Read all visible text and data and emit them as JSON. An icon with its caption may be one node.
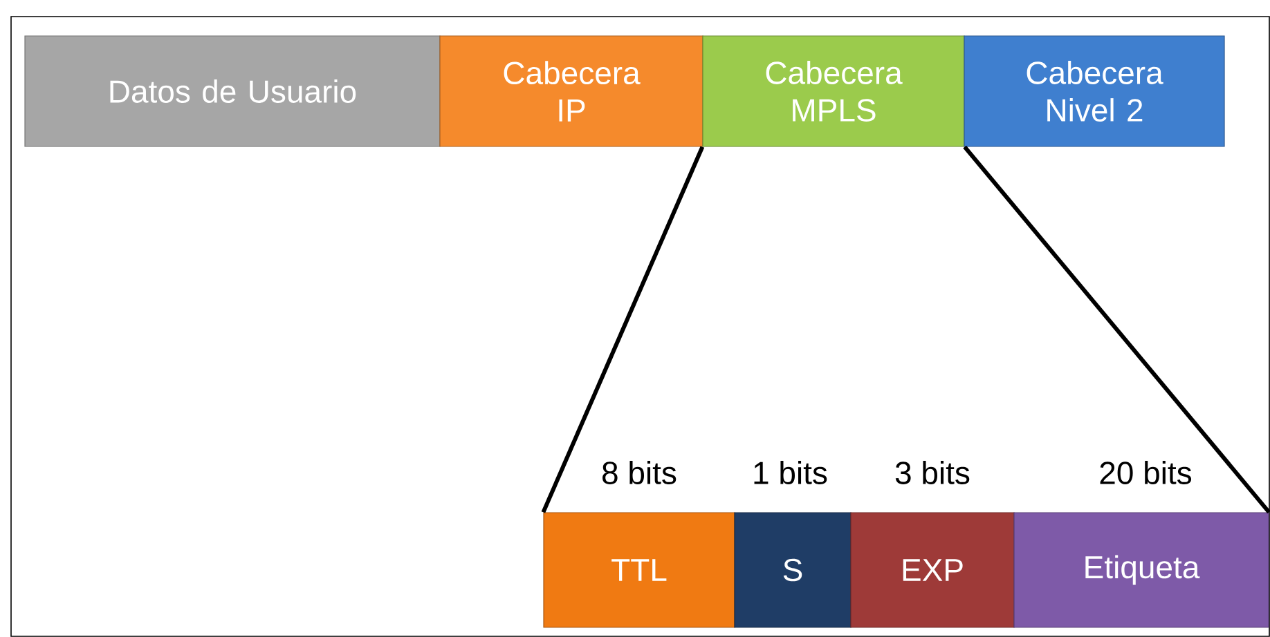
{
  "diagram": {
    "nodes": [
      {
        "text": [
          "Datos de Usuario"
        ]
      },
      {
        "text": [
          "Cabecera IP"
        ]
      },
      {
        "text": [
          "Cabecera MPLS"
        ]
      },
      {
        "text": [
          "Cabecera Nivel 2"
        ]
      },
      {
        "text": [
          "TTL"
        ],
        "beside": [
          "8 bits"
        ]
      },
      {
        "text": [
          "S"
        ],
        "beside": [
          "1 bits"
        ]
      },
      {
        "text": [
          "EXP"
        ],
        "beside": [
          "3 bits"
        ]
      },
      {
        "text": [
          "Etiqueta"
        ],
        "beside": [
          "20 bits"
        ]
      }
    ],
    "edges": [
      {
        "from": 2,
        "to": 4,
        "arrow": "none"
      },
      {
        "from": 2,
        "to": 7,
        "arrow": "none"
      }
    ]
  }
}
